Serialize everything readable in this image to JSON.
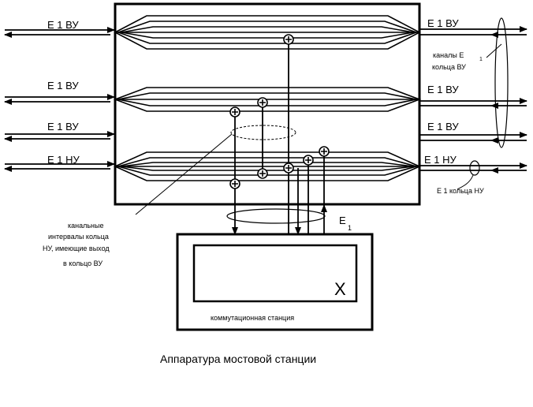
{
  "labels": {
    "e1vu": "Е  1  ВУ",
    "e1nu": "Е  1  НУ",
    "kanaly_line1": "каналы Е",
    "kanaly_line2": "кольца ВУ",
    "callout_1": "1",
    "e1_kolca_nu": "Е  1  кольца НУ",
    "e1": "Е",
    "e1_sub": "1",
    "note_line1": "канальные",
    "note_line2": "интервалы кольца",
    "note_line3": "НУ, имеющие выход",
    "note_line4": "в кольцо ВУ",
    "switch_symbol": "Х",
    "switch_caption": "коммутационная станция",
    "title": "Аппаратура мостовой станции"
  }
}
